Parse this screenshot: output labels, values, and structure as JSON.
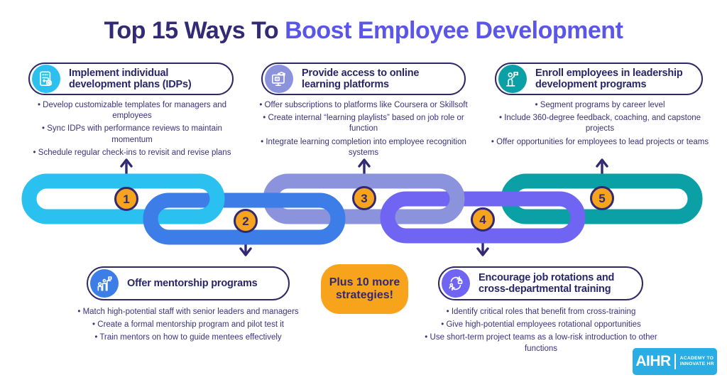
{
  "title": {
    "prefix": "Top 15 Ways To ",
    "highlight": "Boost Employee Development"
  },
  "cards": [
    {
      "number": "1",
      "title": "Implement individual development plans (IDPs)",
      "icon": "development-plan-icon",
      "bullets": [
        "Develop customizable templates for managers and employees",
        "Sync IDPs with performance reviews to maintain momentum",
        "Schedule regular check-ins to revisit and revise plans"
      ]
    },
    {
      "number": "2",
      "title": "Offer mentorship programs",
      "icon": "mentorship-growth-icon",
      "bullets": [
        "Match high-potential staff with senior leaders and managers",
        "Create a formal mentorship program and pilot test it",
        "Train mentors on how to guide mentees effectively"
      ]
    },
    {
      "number": "3",
      "title": "Provide access to online learning platforms",
      "icon": "online-learning-icon",
      "bullets": [
        "Offer subscriptions to platforms like Coursera or Skillsoft",
        "Create internal “learning playlists” based on job role or function",
        "Integrate learning completion into employee recognition systems"
      ]
    },
    {
      "number": "4",
      "title": "Encourage job rotations and cross-departmental training",
      "icon": "job-rotation-icon",
      "bullets": [
        "Identify critical roles that benefit from cross-training",
        "Give high-potential employees rotational opportunities",
        "Use short-term project teams as a low-risk introduction to other functions"
      ]
    },
    {
      "number": "5",
      "title": "Enroll employees in leadership development programs",
      "icon": "leadership-flag-icon",
      "bullets": [
        "Segment programs by career level",
        "Include 360-degree feedback, coaching, and capstone projects",
        "Offer opportunities for employees to lead projects or teams"
      ]
    }
  ],
  "badge": {
    "text": "Plus 10 more strategies!"
  },
  "logo": {
    "brand": "AIHR",
    "tagline1": "ACADEMY TO",
    "tagline2": "INNOVATE HR"
  },
  "colors": {
    "title_primary": "#332A75",
    "title_accent": "#5956E9",
    "link1": "#2AC1F1",
    "link2": "#3C7DE8",
    "link3": "#8A93DC",
    "link4": "#6F65F2",
    "link5": "#0AA0A6",
    "number_bg": "#F6A41D",
    "outline": "#322973",
    "badge_bg": "#F7A41C",
    "logo_bg": "#29ADE3"
  }
}
